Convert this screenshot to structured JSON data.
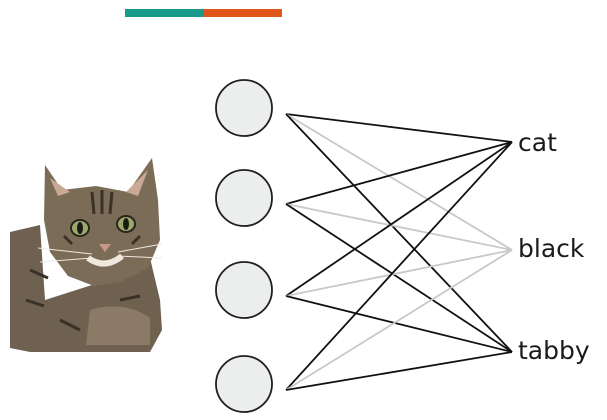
{
  "accent_bar": {
    "colors": [
      "#1a9a8a",
      "#e0561b"
    ]
  },
  "diagram": {
    "input_node_count": 4,
    "node_fill": "#eceded",
    "node_stroke": "#1f1f1f",
    "outputs": [
      {
        "id": "cat",
        "label": "cat"
      },
      {
        "id": "black",
        "label": "black"
      },
      {
        "id": "tabby",
        "label": "tabby"
      }
    ],
    "connection_colors": {
      "dark": "#111111",
      "light": "#c9c9c9"
    }
  },
  "image": {
    "subject": "tabby cat photo",
    "colors": {
      "fur": "#7a6a55",
      "stripes": "#3a3128",
      "eyes": "#9aa86a",
      "nose": "#c8968a"
    }
  }
}
